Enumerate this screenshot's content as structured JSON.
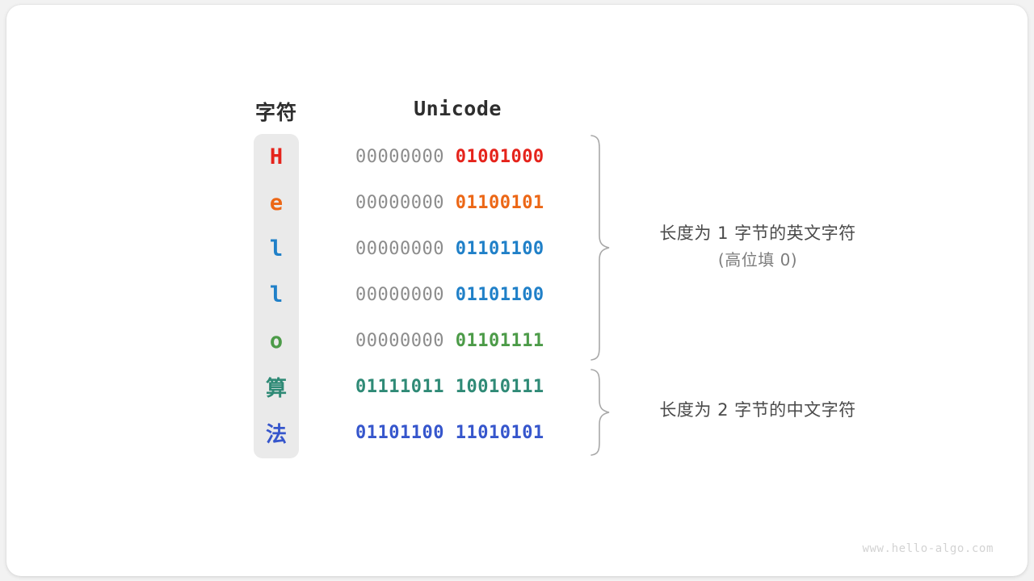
{
  "headers": {
    "character": "字符",
    "unicode": "Unicode"
  },
  "colors": {
    "red": "#e5231b",
    "orange": "#ec6716",
    "blue": "#2080c8",
    "green": "#4c9b48",
    "teal": "#2f8a76",
    "indigo": "#3656cc",
    "gray_high_bits": "#8c8c8c",
    "column_background": "#eaeaea",
    "brace": "#a8a8a8",
    "watermark": "#d3d3d3"
  },
  "rows": [
    {
      "char": "H",
      "script": "latin",
      "high": "00000000",
      "low": "01001000",
      "color": "#e5231b"
    },
    {
      "char": "e",
      "script": "latin",
      "high": "00000000",
      "low": "01100101",
      "color": "#ec6716"
    },
    {
      "char": "l",
      "script": "latin",
      "high": "00000000",
      "low": "01101100",
      "color": "#2080c8"
    },
    {
      "char": "l",
      "script": "latin",
      "high": "00000000",
      "low": "01101100",
      "color": "#2080c8"
    },
    {
      "char": "o",
      "script": "latin",
      "high": "00000000",
      "low": "01101111",
      "color": "#4c9b48"
    },
    {
      "char": "算",
      "script": "cjk",
      "high": "01111011",
      "low": "10010111",
      "color": "#2f8a76"
    },
    {
      "char": "法",
      "script": "cjk",
      "high": "01101100",
      "low": "11010101",
      "color": "#3656cc"
    }
  ],
  "annotations": {
    "one_line1": "长度为 1 字节的英文字符",
    "one_line2": "(高位填 0)",
    "two_line1": "长度为 2 字节的中文字符"
  },
  "watermark": "www.hello-algo.com"
}
